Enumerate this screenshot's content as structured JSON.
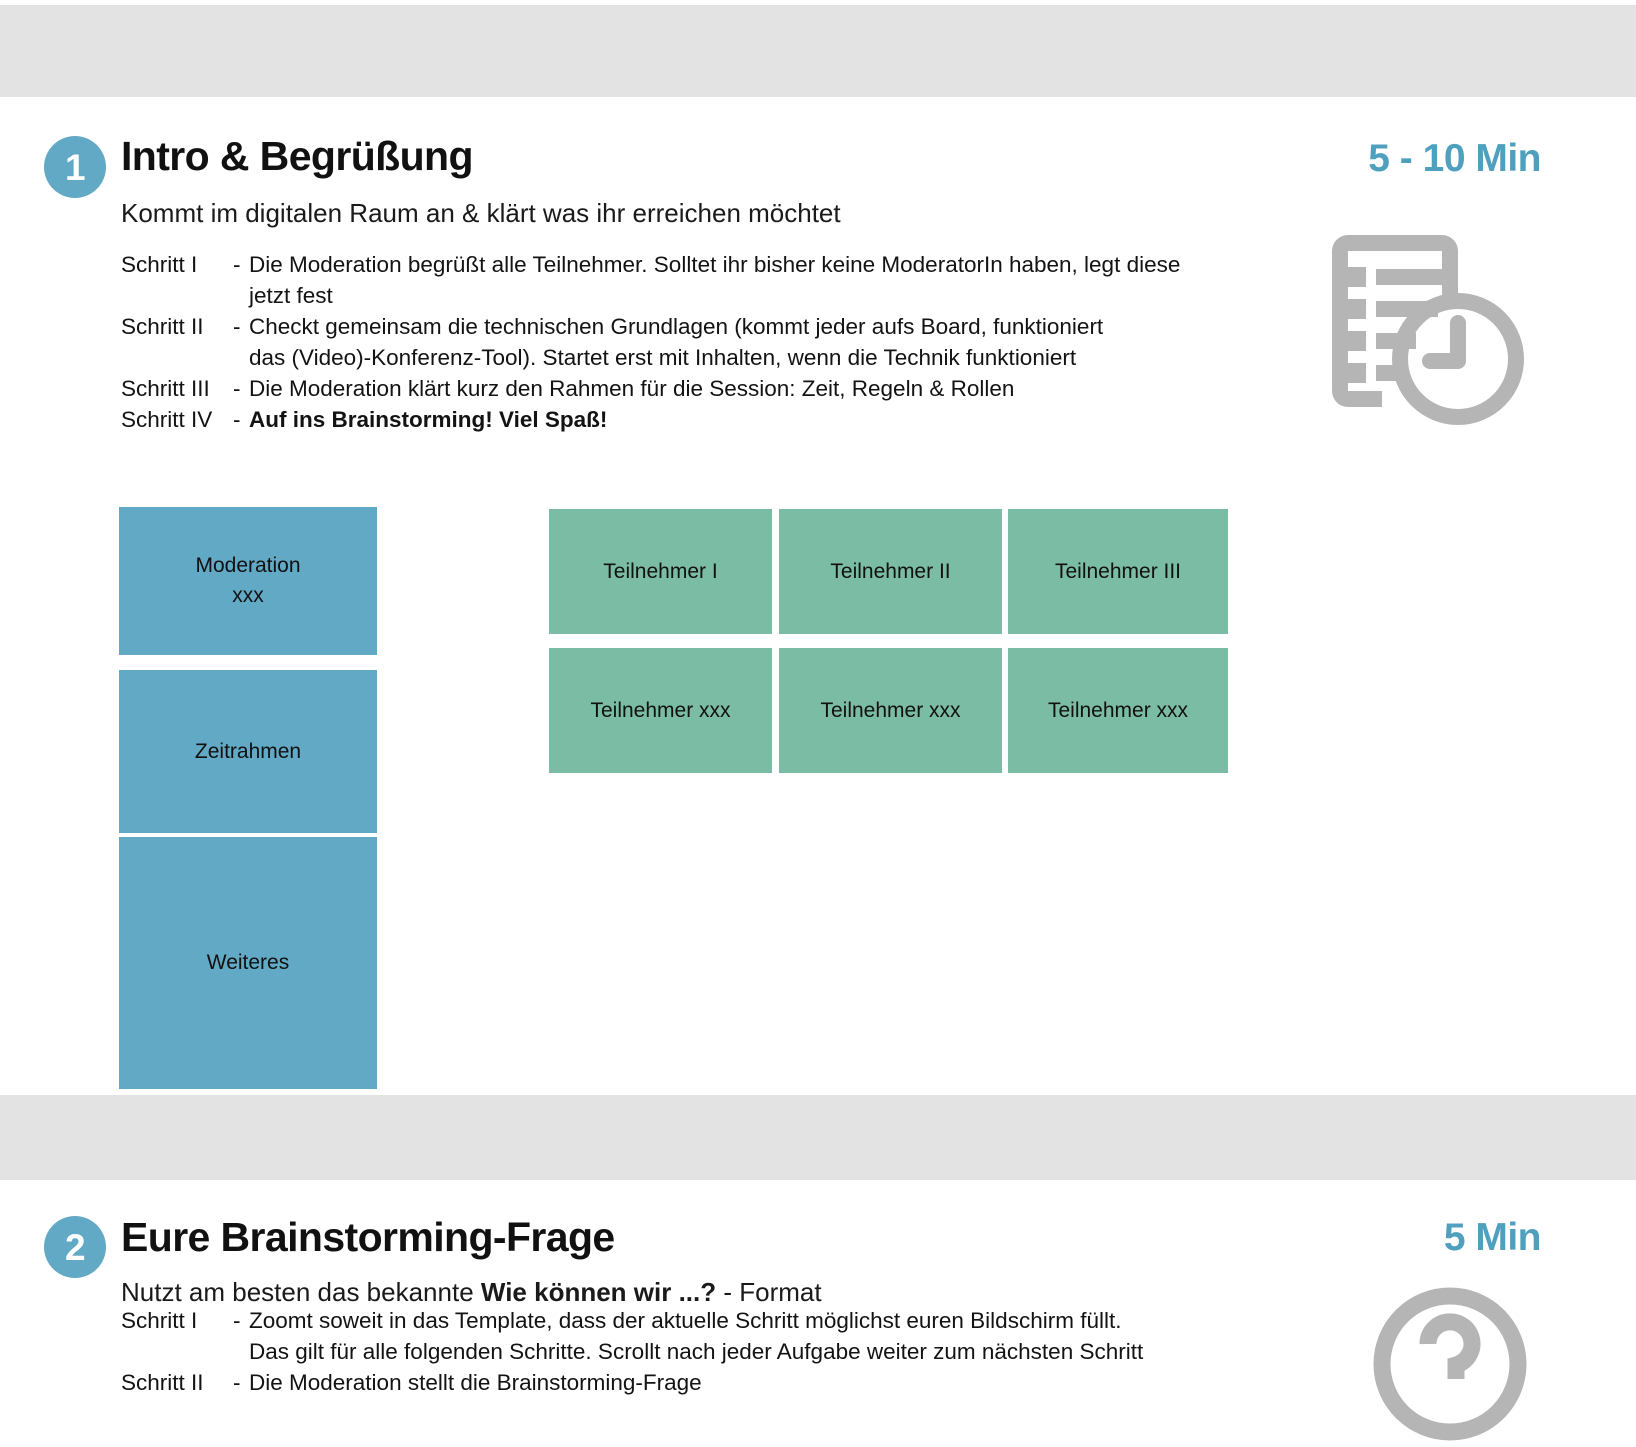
{
  "colors": {
    "accent_blue": "#62a9c5",
    "duration_blue": "#4f9fbf",
    "card_green": "#7bbca4",
    "band_gray": "#e3e3e3",
    "icon_gray": "#b3b3b3"
  },
  "sections": [
    {
      "number": "1",
      "title": "Intro & Begrüßung",
      "subtitle_plain": "Kommt im digitalen Raum an & klärt was ihr erreichen möchtet",
      "duration": "5 - 10 Min",
      "icon": "document-clock-icon",
      "steps": [
        {
          "label": "Schritt I",
          "dash": "-",
          "text": "Die Moderation begrüßt alle Teilnehmer. Solltet ihr bisher keine ModeratorIn haben, legt diese",
          "continuation": "jetzt fest",
          "bold": false
        },
        {
          "label": "Schritt II",
          "dash": "-",
          "text": "Checkt gemeinsam die technischen Grundlagen (kommt jeder aufs Board, funktioniert",
          "continuation": "das (Video)-Konferenz-Tool). Startet erst mit Inhalten, wenn die Technik funktioniert",
          "bold": false
        },
        {
          "label": "Schritt III",
          "dash": "-",
          "text": "Die Moderation klärt kurz den Rahmen für die Session: Zeit, Regeln & Rollen",
          "continuation": "",
          "bold": false
        },
        {
          "label": "Schritt IV",
          "dash": "-",
          "text": "Auf ins Brainstorming! Viel Spaß!",
          "continuation": "",
          "bold": true
        }
      ],
      "role_cards": [
        {
          "line1": "Moderation",
          "line2": "xxx"
        },
        {
          "line1": "Zeitrahmen",
          "line2": ""
        },
        {
          "line1": "Weiteres",
          "line2": ""
        }
      ],
      "participant_cards": [
        {
          "label": "Teilnehmer I"
        },
        {
          "label": "Teilnehmer II"
        },
        {
          "label": "Teilnehmer III"
        },
        {
          "label": "Teilnehmer xxx"
        },
        {
          "label": "Teilnehmer xxx"
        },
        {
          "label": "Teilnehmer xxx"
        }
      ]
    },
    {
      "number": "2",
      "title": "Eure Brainstorming-Frage",
      "subtitle_prefix": "Nutzt am besten das bekannte ",
      "subtitle_bold": "Wie können wir ...?",
      "subtitle_suffix": " - Format",
      "duration": "5 Min",
      "icon": "question-mark-circle-icon",
      "steps": [
        {
          "label": "Schritt I",
          "dash": "-",
          "text": "Zoomt soweit in das Template, dass der aktuelle Schritt möglichst euren Bildschirm füllt.",
          "continuation": "Das gilt für alle folgenden Schritte. Scrollt nach jeder Aufgabe weiter zum nächsten Schritt",
          "bold": false
        },
        {
          "label": "Schritt II",
          "dash": "-",
          "text": "Die Moderation stellt die Brainstorming-Frage",
          "continuation": "",
          "bold": false
        }
      ]
    }
  ]
}
